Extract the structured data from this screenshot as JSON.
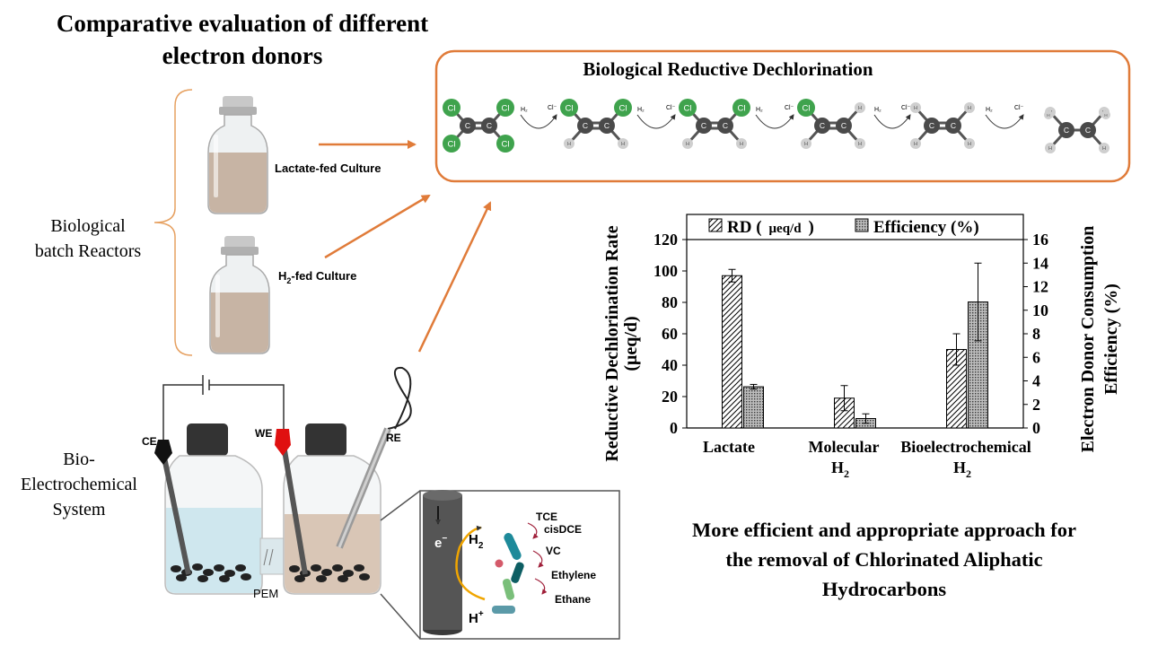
{
  "title": {
    "line1": "Comparative evaluation of different",
    "line2": "electron donors"
  },
  "left_labels": {
    "batch_line1": "Biological",
    "batch_line2": "batch Reactors",
    "bes_line1": "Bio-",
    "bes_line2": "Electrochemical",
    "bes_line3": "System"
  },
  "bottles": {
    "lactate_label": "Lactate-fed Culture",
    "h2_label_main": "H",
    "h2_label_sub": "2",
    "h2_label_rest": "-fed Culture"
  },
  "bes": {
    "ce": "CE",
    "we": "WE",
    "re": "RE",
    "pem": "PEM",
    "electron": "e",
    "electron_sup": "−",
    "h2_main": "H",
    "h2_sub": "2",
    "proton": "H",
    "proton_sup": "+",
    "pathway": [
      "TCE",
      "cisDCE",
      "VC",
      "Ethylene",
      "Ethane"
    ]
  },
  "brd": {
    "title": "Biological Reductive Dechlorination",
    "atom_cl": "Cl",
    "atom_c": "C",
    "atom_h": "H",
    "reagent": "H₂",
    "byproduct": "Cl⁻"
  },
  "chart_data": {
    "type": "bar",
    "categories": [
      "Lactate",
      "Molecular H2",
      "Bioelectrochemical H2"
    ],
    "category_labels": [
      {
        "line1": "Lactate",
        "line2": "",
        "line2_sub": ""
      },
      {
        "line1": "Molecular",
        "line2": "H",
        "line2_sub": "2"
      },
      {
        "line1": "Bioelectrochemical",
        "line2": "H",
        "line2_sub": "2"
      }
    ],
    "series": [
      {
        "name": "RD ( μeq/d )",
        "legend_main": "RD (",
        "legend_unit": "μeq/d",
        "legend_end": ")",
        "axis": "left",
        "pattern": "diagonal",
        "values": [
          97,
          19,
          50
        ],
        "errors": [
          4,
          8,
          10
        ]
      },
      {
        "name": "Efficiency (%)",
        "axis": "right",
        "pattern": "dotted",
        "values": [
          3.5,
          0.8,
          10.7
        ],
        "errors": [
          0.2,
          0.4,
          3.3
        ]
      }
    ],
    "ylabel_left_line1": "Reductive Dechlorination Rate",
    "ylabel_left_line2": "(μeq/d)",
    "ylabel_right_line1": "Electron Donor Consumption",
    "ylabel_right_line2": "Efficiency (%)",
    "ylim_left": [
      0,
      120
    ],
    "ylim_right": [
      0,
      16
    ],
    "yticks_left": [
      0,
      20,
      40,
      60,
      80,
      100,
      120
    ],
    "yticks_right": [
      0,
      2,
      4,
      6,
      8,
      10,
      12,
      14,
      16
    ],
    "legend_position": "top",
    "grid": false
  },
  "conclusion": {
    "line1": "More efficient and appropriate approach for",
    "line2": "the removal of Chlorinated Aliphatic",
    "line3": "Hydrocarbons"
  },
  "colors": {
    "arrow": "#e07b39",
    "box_border": "#e07b39",
    "chlorine": "#3fa34d",
    "carbon": "#4a4a4a",
    "hydrogen": "#cfcfcf",
    "culture": "#c7b4a4",
    "water": "#cfe7ee",
    "bottle_cap": "#333333"
  }
}
